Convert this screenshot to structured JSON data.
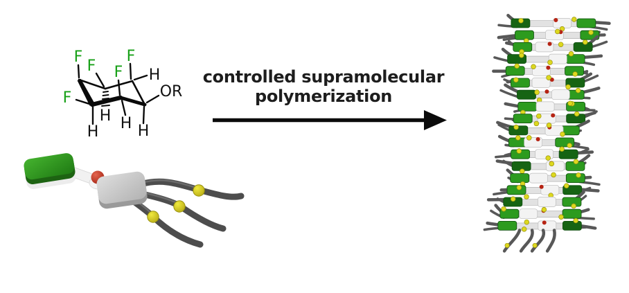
{
  "figure": {
    "background_color": "#ffffff",
    "molecule": {
      "kind": "fluorinated-cyclohexane-chair-structure",
      "fluorine_label": "F",
      "hydrogen_label": "H",
      "ether_label": "OR",
      "fluorine_color": "#17a017",
      "bond_color": "#0a0a0a",
      "label_color": "#111111"
    },
    "monomer_model": {
      "kind": "3d-monomer-cartoon",
      "tail_count": 3,
      "head_top_color": "#2f8f1d",
      "head_side_color": "#1d6312",
      "base_plate_color": "#ececec",
      "linker_sphere_color": "#c23b26",
      "core_top_color": "#cdcdcd",
      "core_side_color": "#9a9a9a",
      "tail_color": "#4d4d4d",
      "bead_color": "#d9d622"
    },
    "reaction": {
      "label_line1": "controlled supramolecular",
      "label_line2": "polymerization",
      "text_color": "#1d1d1d",
      "arrow_color": "#0b0b0b",
      "arrow_direction": "right"
    },
    "polymer_stack": {
      "kind": "helical-supramolecular-polymer-render",
      "layers": 18,
      "core_color": "#e2e2e2",
      "tile_green_light": "#2d9b1f",
      "tile_green_dark": "#166413",
      "tile_green_stroke": "#0e4d0e",
      "arm_color": "#585858",
      "bead_color": "#ddd81f",
      "bead_stroke": "#97910e",
      "dot_color": "#b62313",
      "white_block_color": "#f3f3f3"
    }
  }
}
